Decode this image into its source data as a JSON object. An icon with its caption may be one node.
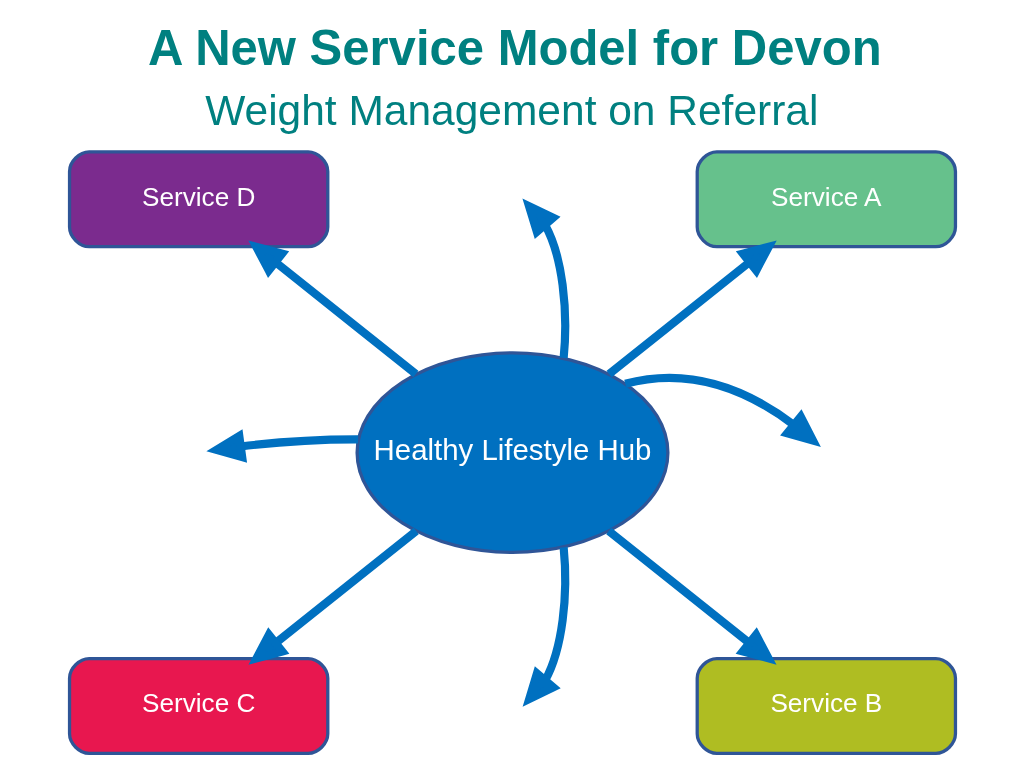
{
  "diagram": {
    "title": "A New Service Model for Devon",
    "caption": "Weight Management on Referral",
    "nodes": [
      {
        "text": [
          "Service D"
        ]
      },
      {
        "text": [
          "Service A"
        ]
      },
      {
        "text": [
          "Healthy Lifestyle Hub"
        ]
      },
      {
        "text": [
          "Service C"
        ]
      },
      {
        "text": [
          "Service B"
        ]
      }
    ],
    "edges": [
      {
        "from": 2,
        "to": null,
        "arrow": "to"
      },
      {
        "from": 2,
        "to": 1,
        "arrow": "to"
      },
      {
        "from": 2,
        "to": null,
        "arrow": "to"
      },
      {
        "from": 2,
        "to": 4,
        "arrow": "to"
      },
      {
        "from": 2,
        "to": null,
        "arrow": "to"
      },
      {
        "from": 2,
        "to": 3,
        "arrow": "to"
      },
      {
        "from": 2,
        "to": null,
        "arrow": "to"
      },
      {
        "from": 2,
        "to": 0,
        "arrow": "to"
      }
    ]
  }
}
